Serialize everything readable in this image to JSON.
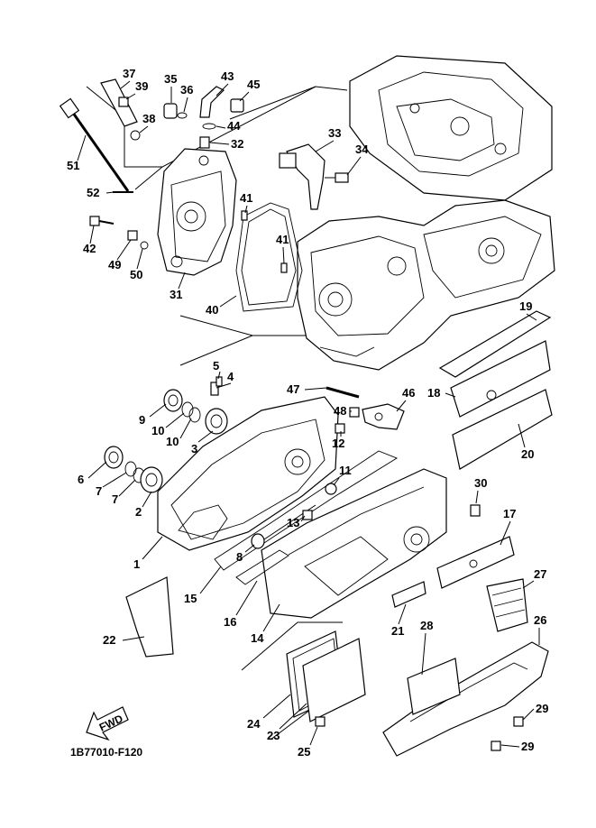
{
  "diagram": {
    "reference_code": "1B77010-F120",
    "fwd_label": "FWD",
    "callouts": [
      {
        "id": "c1",
        "label": "1"
      },
      {
        "id": "c2",
        "label": "2"
      },
      {
        "id": "c3",
        "label": "3"
      },
      {
        "id": "c4",
        "label": "4"
      },
      {
        "id": "c5",
        "label": "5"
      },
      {
        "id": "c6",
        "label": "6"
      },
      {
        "id": "c7a",
        "label": "7"
      },
      {
        "id": "c7b",
        "label": "7"
      },
      {
        "id": "c8",
        "label": "8"
      },
      {
        "id": "c9",
        "label": "9"
      },
      {
        "id": "c10a",
        "label": "10"
      },
      {
        "id": "c10b",
        "label": "10"
      },
      {
        "id": "c11",
        "label": "11"
      },
      {
        "id": "c12",
        "label": "12"
      },
      {
        "id": "c13",
        "label": "13"
      },
      {
        "id": "c14",
        "label": "14"
      },
      {
        "id": "c15",
        "label": "15"
      },
      {
        "id": "c16",
        "label": "16"
      },
      {
        "id": "c17",
        "label": "17"
      },
      {
        "id": "c18",
        "label": "18"
      },
      {
        "id": "c19",
        "label": "19"
      },
      {
        "id": "c20",
        "label": "20"
      },
      {
        "id": "c21",
        "label": "21"
      },
      {
        "id": "c22",
        "label": "22"
      },
      {
        "id": "c23",
        "label": "23"
      },
      {
        "id": "c24",
        "label": "24"
      },
      {
        "id": "c25",
        "label": "25"
      },
      {
        "id": "c26",
        "label": "26"
      },
      {
        "id": "c27",
        "label": "27"
      },
      {
        "id": "c28",
        "label": "28"
      },
      {
        "id": "c29a",
        "label": "29"
      },
      {
        "id": "c29b",
        "label": "29"
      },
      {
        "id": "c30",
        "label": "30"
      },
      {
        "id": "c31",
        "label": "31"
      },
      {
        "id": "c32",
        "label": "32"
      },
      {
        "id": "c33",
        "label": "33"
      },
      {
        "id": "c34",
        "label": "34"
      },
      {
        "id": "c35",
        "label": "35"
      },
      {
        "id": "c36",
        "label": "36"
      },
      {
        "id": "c37",
        "label": "37"
      },
      {
        "id": "c38",
        "label": "38"
      },
      {
        "id": "c39",
        "label": "39"
      },
      {
        "id": "c40",
        "label": "40"
      },
      {
        "id": "c41a",
        "label": "41"
      },
      {
        "id": "c41b",
        "label": "41"
      },
      {
        "id": "c42",
        "label": "42"
      },
      {
        "id": "c43",
        "label": "43"
      },
      {
        "id": "c44",
        "label": "44"
      },
      {
        "id": "c45",
        "label": "45"
      },
      {
        "id": "c46",
        "label": "46"
      },
      {
        "id": "c47",
        "label": "47"
      },
      {
        "id": "c48",
        "label": "48"
      },
      {
        "id": "c49",
        "label": "49"
      },
      {
        "id": "c50",
        "label": "50"
      },
      {
        "id": "c51",
        "label": "51"
      },
      {
        "id": "c52",
        "label": "52"
      }
    ]
  }
}
